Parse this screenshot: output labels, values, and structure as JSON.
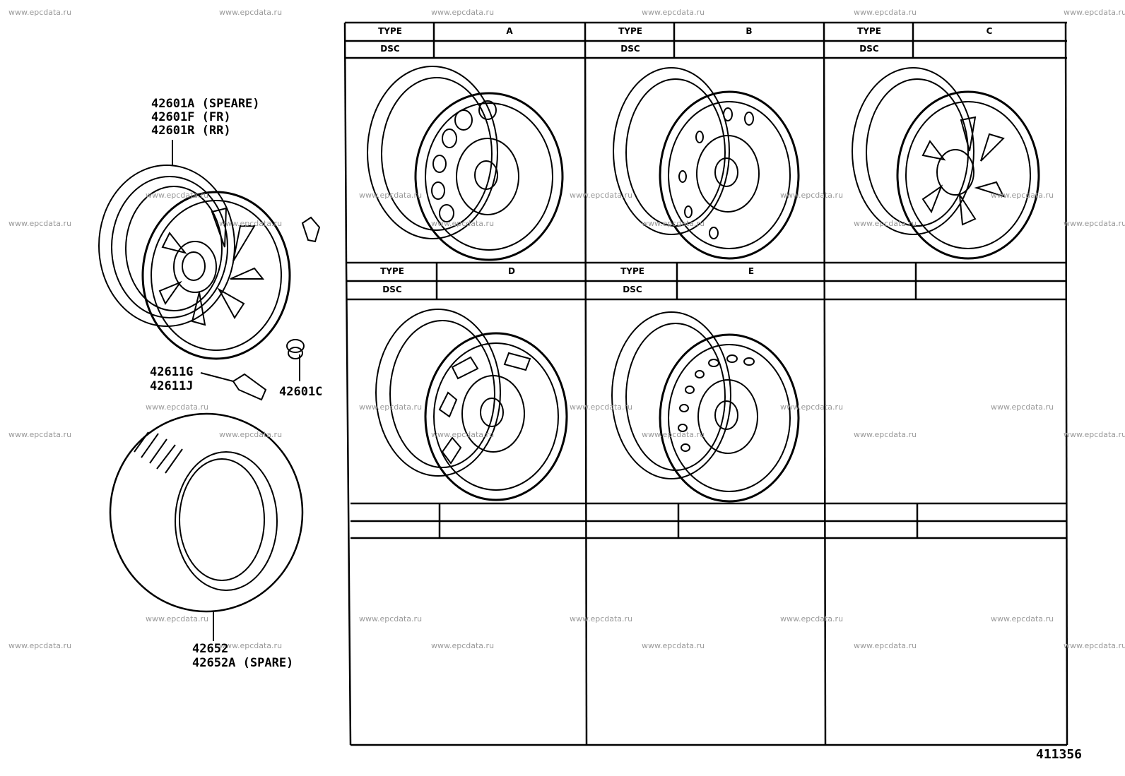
{
  "watermark": "www.epcdata.ru",
  "parts": {
    "wheel_label_1": "42601A (SPEARE)",
    "wheel_label_2": "42601F (FR)",
    "wheel_label_3": "42601R (RR)",
    "valve_label_1": "42611G",
    "valve_label_2": "42611J",
    "cap_label": "42601C",
    "tire_label_1": "42652",
    "tire_label_2": "42652A (SPARE)"
  },
  "grid": {
    "type_header": "TYPE",
    "dsc_header": "DSC",
    "types": [
      "A",
      "B",
      "C",
      "D",
      "E"
    ]
  },
  "figure_number": "411356"
}
